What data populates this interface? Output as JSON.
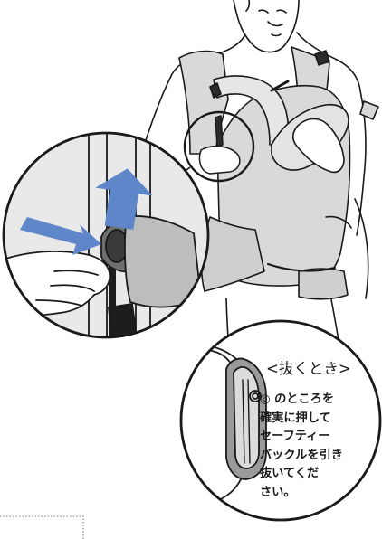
{
  "callout": {
    "title": "<抜くとき>",
    "lines": [
      "◎ のところを",
      "確実に押して",
      "セーフティー",
      "バックルを引き",
      "抜いてくだ",
      "さい。"
    ]
  },
  "icons": {
    "left_inset": "buckle-grip-inset-icon",
    "right_inset": "safety-buckle-press-inset-icon",
    "push_arrow": "push-arrow-icon",
    "pull_arrow": "pull-arrow-icon"
  },
  "colors": {
    "arrow_blue": "#5f86c8",
    "fabric_gray": "#c9c9c9",
    "buckle_gray": "#9a9a9a",
    "outline": "#1a1a1a"
  }
}
